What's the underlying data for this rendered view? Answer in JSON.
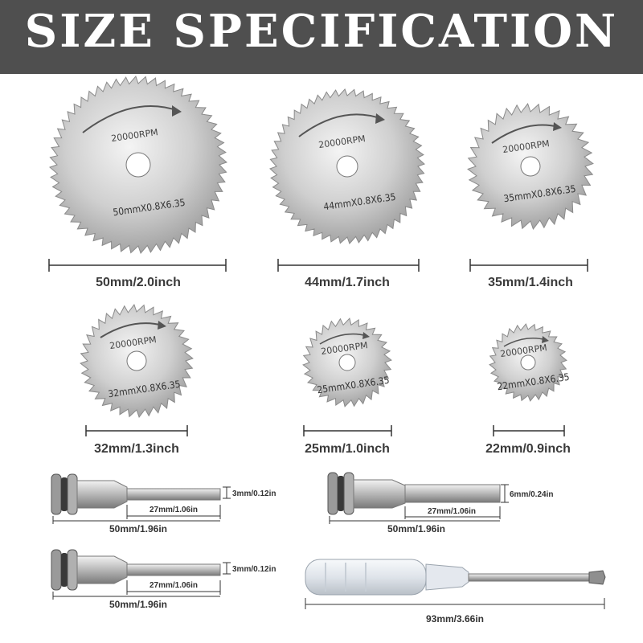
{
  "header": {
    "title": "SIZE SPECIFICATION"
  },
  "blades": [
    {
      "size_label": "50mm/2.0inch",
      "rpm": "20000RPM",
      "spec": "50mmX0.8X6.35"
    },
    {
      "size_label": "44mm/1.7inch",
      "rpm": "20000RPM",
      "spec": "44mmX0.8X6.35"
    },
    {
      "size_label": "35mm/1.4inch",
      "rpm": "20000RPM",
      "spec": "35mmX0.8X6.35"
    },
    {
      "size_label": "32mm/1.3inch",
      "rpm": "20000RPM",
      "spec": "32mmX0.8X6.35"
    },
    {
      "size_label": "25mm/1.0inch",
      "rpm": "20000RPM",
      "spec": "25mmX0.8X6.35"
    },
    {
      "size_label": "22mm/0.9inch",
      "rpm": "20000RPM",
      "spec": "22mmX0.8X6.35"
    }
  ],
  "mandrels": [
    {
      "diameter": "3mm/0.12in",
      "shank": "27mm/1.06in",
      "total": "50mm/1.96in"
    },
    {
      "diameter": "6mm/0.24in",
      "shank": "27mm/1.06in",
      "total": "50mm/1.96in"
    },
    {
      "diameter": "3mm/0.12in",
      "shank": "27mm/1.06in",
      "total": "50mm/1.96in"
    }
  ],
  "screwdriver": {
    "length": "93mm/3.66in"
  }
}
